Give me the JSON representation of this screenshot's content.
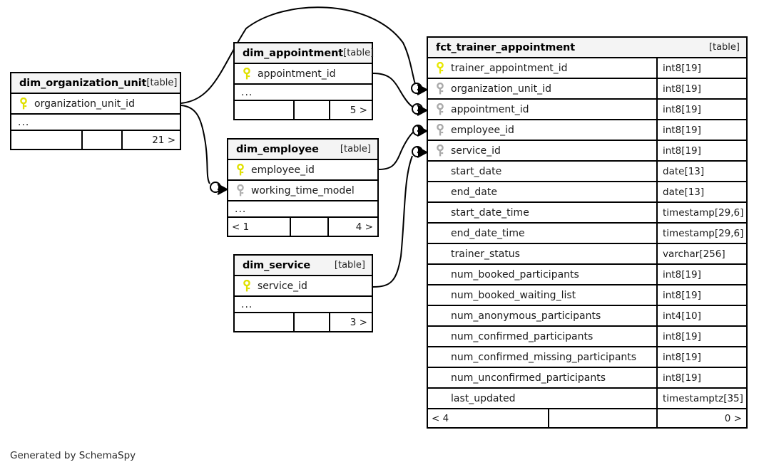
{
  "diagram": {
    "title": "SchemaSpy relationships diagram",
    "credit": "Generated by SchemaSpy",
    "table_tag": "[table]",
    "ellipsis": "...",
    "colors": {
      "pk_key": "#e8e800",
      "fk_key": "#a9a9a9",
      "border": "#000000",
      "header_bg": "#f4f4f4",
      "background": "#ffffff"
    }
  },
  "tables": {
    "dim_organization_unit": {
      "name": "dim_organization_unit",
      "tag": "[table]",
      "columns": [
        {
          "name": "organization_unit_id",
          "key": "pk",
          "type": ""
        }
      ],
      "ellipsis": "...",
      "footer": {
        "left": "",
        "mid": "",
        "right": "21 >"
      }
    },
    "dim_appointment": {
      "name": "dim_appointment",
      "tag": "[table]",
      "columns": [
        {
          "name": "appointment_id",
          "key": "pk",
          "type": ""
        }
      ],
      "ellipsis": "...",
      "footer": {
        "left": "",
        "mid": "",
        "right": "5 >"
      }
    },
    "dim_employee": {
      "name": "dim_employee",
      "tag": "[table]",
      "columns": [
        {
          "name": "employee_id",
          "key": "pk",
          "type": ""
        },
        {
          "name": "working_time_model",
          "key": "fk",
          "type": ""
        }
      ],
      "ellipsis": "...",
      "footer": {
        "left": "< 1",
        "mid": "",
        "right": "4 >"
      }
    },
    "dim_service": {
      "name": "dim_service",
      "tag": "[table]",
      "columns": [
        {
          "name": "service_id",
          "key": "pk",
          "type": ""
        }
      ],
      "ellipsis": "...",
      "footer": {
        "left": "",
        "mid": "",
        "right": "3 >"
      }
    },
    "fct_trainer_appointment": {
      "name": "fct_trainer_appointment",
      "tag": "[table]",
      "columns": [
        {
          "name": "trainer_appointment_id",
          "key": "pk",
          "type": "int8[19]"
        },
        {
          "name": "organization_unit_id",
          "key": "fk",
          "type": "int8[19]"
        },
        {
          "name": "appointment_id",
          "key": "fk",
          "type": "int8[19]"
        },
        {
          "name": "employee_id",
          "key": "fk",
          "type": "int8[19]"
        },
        {
          "name": "service_id",
          "key": "fk",
          "type": "int8[19]"
        },
        {
          "name": "start_date",
          "key": "none",
          "type": "date[13]"
        },
        {
          "name": "end_date",
          "key": "none",
          "type": "date[13]"
        },
        {
          "name": "start_date_time",
          "key": "none",
          "type": "timestamp[29,6]"
        },
        {
          "name": "end_date_time",
          "key": "none",
          "type": "timestamp[29,6]"
        },
        {
          "name": "trainer_status",
          "key": "none",
          "type": "varchar[256]"
        },
        {
          "name": "num_booked_participants",
          "key": "none",
          "type": "int8[19]"
        },
        {
          "name": "num_booked_waiting_list",
          "key": "none",
          "type": "int8[19]"
        },
        {
          "name": "num_anonymous_participants",
          "key": "none",
          "type": "int4[10]"
        },
        {
          "name": "num_confirmed_participants",
          "key": "none",
          "type": "int8[19]"
        },
        {
          "name": "num_confirmed_missing_participants",
          "key": "none",
          "type": "int8[19]"
        },
        {
          "name": "num_unconfirmed_participants",
          "key": "none",
          "type": "int8[19]"
        },
        {
          "name": "last_updated",
          "key": "none",
          "type": "timestamptz[35]"
        }
      ],
      "footer": {
        "left": "< 4",
        "mid": "",
        "right": "0 >"
      }
    }
  },
  "relationships": [
    {
      "from": "dim_organization_unit.organization_unit_id",
      "to": "fct_trainer_appointment.organization_unit_id",
      "cardinality": "zero-or-many"
    },
    {
      "from": "dim_appointment.appointment_id",
      "to": "fct_trainer_appointment.appointment_id",
      "cardinality": "zero-or-many"
    },
    {
      "from": "dim_employee.employee_id",
      "to": "fct_trainer_appointment.employee_id",
      "cardinality": "zero-or-many"
    },
    {
      "from": "dim_service.service_id",
      "to": "fct_trainer_appointment.service_id",
      "cardinality": "zero-or-many"
    },
    {
      "from": "dim_organization_unit.organization_unit_id",
      "to": "dim_employee.working_time_model",
      "cardinality": "zero-or-many"
    }
  ]
}
